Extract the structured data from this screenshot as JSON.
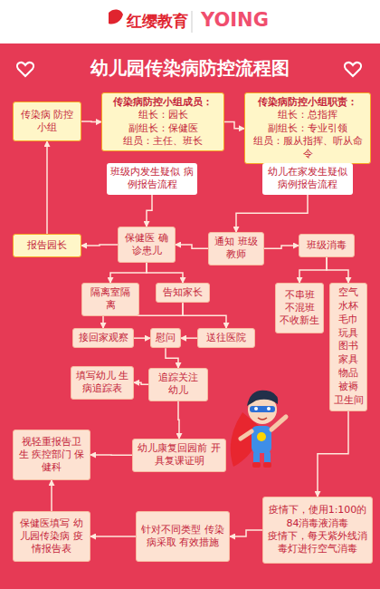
{
  "diagram": {
    "title": "幼儿园传染病防控流程图",
    "nodes": [
      {
        "text": [
          "传染病 防控小组"
        ]
      },
      {
        "text": [
          "传染病防控小组成员：",
          "组长：园长",
          "副组长：保健医",
          "组员：主任、班长"
        ]
      },
      {
        "text": [
          "传染病防控小组职责：",
          "组长：总指挥",
          "副组长：专业引领",
          "组员：服从指挥、听从命令"
        ]
      },
      {
        "text": [
          "班级内发生疑似 病例报告流程"
        ]
      },
      {
        "text": [
          "幼儿在家发生疑似 病例报告流程"
        ]
      },
      {
        "text": [
          "报告园长"
        ]
      },
      {
        "text": [
          "保健医 确诊患儿"
        ]
      },
      {
        "text": [
          "通知 班级教师"
        ]
      },
      {
        "text": [
          "班级消毒"
        ]
      },
      {
        "text": [
          "隔离室隔离"
        ]
      },
      {
        "text": [
          "告知家长"
        ]
      },
      {
        "text": [
          "接回家观察"
        ]
      },
      {
        "text": [
          "慰问"
        ]
      },
      {
        "text": [
          "送往医院"
        ]
      },
      {
        "text": [
          "不串班 不混班 不收新生"
        ]
      },
      {
        "text": [
          "空气 水杯 毛巾 玩具 图书 家具 物品 被褥 卫生间"
        ]
      },
      {
        "text": [
          "填写幼儿 生病追踪表"
        ]
      },
      {
        "text": [
          "追踪关注 幼儿"
        ]
      },
      {
        "text": [
          "视轻重报告卫生 疾控部门 保健科"
        ]
      },
      {
        "text": [
          "幼儿康复回园前 开具复课证明"
        ]
      },
      {
        "text": [
          "疫情下，使用1:100的84消毒液消毒",
          "疫情下，每天紫外线消毒灯进行空气消毒"
        ]
      },
      {
        "text": [
          "保健医填写 幼儿园传染病 疫情报告表"
        ]
      },
      {
        "text": [
          "针对不同类型 传染病采取 有效措施"
        ]
      }
    ],
    "edges": [
      {
        "from": 0,
        "to": 1,
        "arrow": "to"
      },
      {
        "from": 1,
        "to": 2,
        "arrow": "to"
      },
      {
        "from": 3,
        "to": 6,
        "arrow": "to"
      },
      {
        "from": 4,
        "to": 7,
        "arrow": "to"
      },
      {
        "from": 6,
        "to": 5,
        "arrow": "to"
      },
      {
        "from": 5,
        "to": 0,
        "arrow": "to"
      },
      {
        "from": 7,
        "to": 6,
        "arrow": "to"
      },
      {
        "from": 7,
        "to": 8,
        "arrow": "to"
      },
      {
        "from": 6,
        "to": 9,
        "arrow": "to"
      },
      {
        "from": 6,
        "to": 10,
        "arrow": "to"
      },
      {
        "from": 10,
        "to": 11,
        "arrow": "to"
      },
      {
        "from": 10,
        "to": 13,
        "arrow": "to"
      },
      {
        "from": 11,
        "to": 12,
        "arrow": "to"
      },
      {
        "from": 13,
        "to": 12,
        "arrow": "to"
      },
      {
        "from": 12,
        "to": 17,
        "arrow": "to"
      },
      {
        "from": 17,
        "to": 16,
        "arrow": "to"
      },
      {
        "from": 17,
        "to": 19,
        "arrow": "to"
      },
      {
        "from": 19,
        "to": 18,
        "arrow": "to"
      },
      {
        "from": 8,
        "to": 14,
        "arrow": "to"
      },
      {
        "from": 8,
        "to": 15,
        "arrow": "to"
      },
      {
        "from": 15,
        "to": 20,
        "arrow": "to"
      },
      {
        "from": 20,
        "to": 22,
        "arrow": "to"
      },
      {
        "from": 22,
        "to": 21,
        "arrow": "to"
      },
      {
        "from": 21,
        "to": 18,
        "arrow": "to"
      }
    ],
    "labels": [
      "红缨教育",
      "YOING"
    ]
  }
}
